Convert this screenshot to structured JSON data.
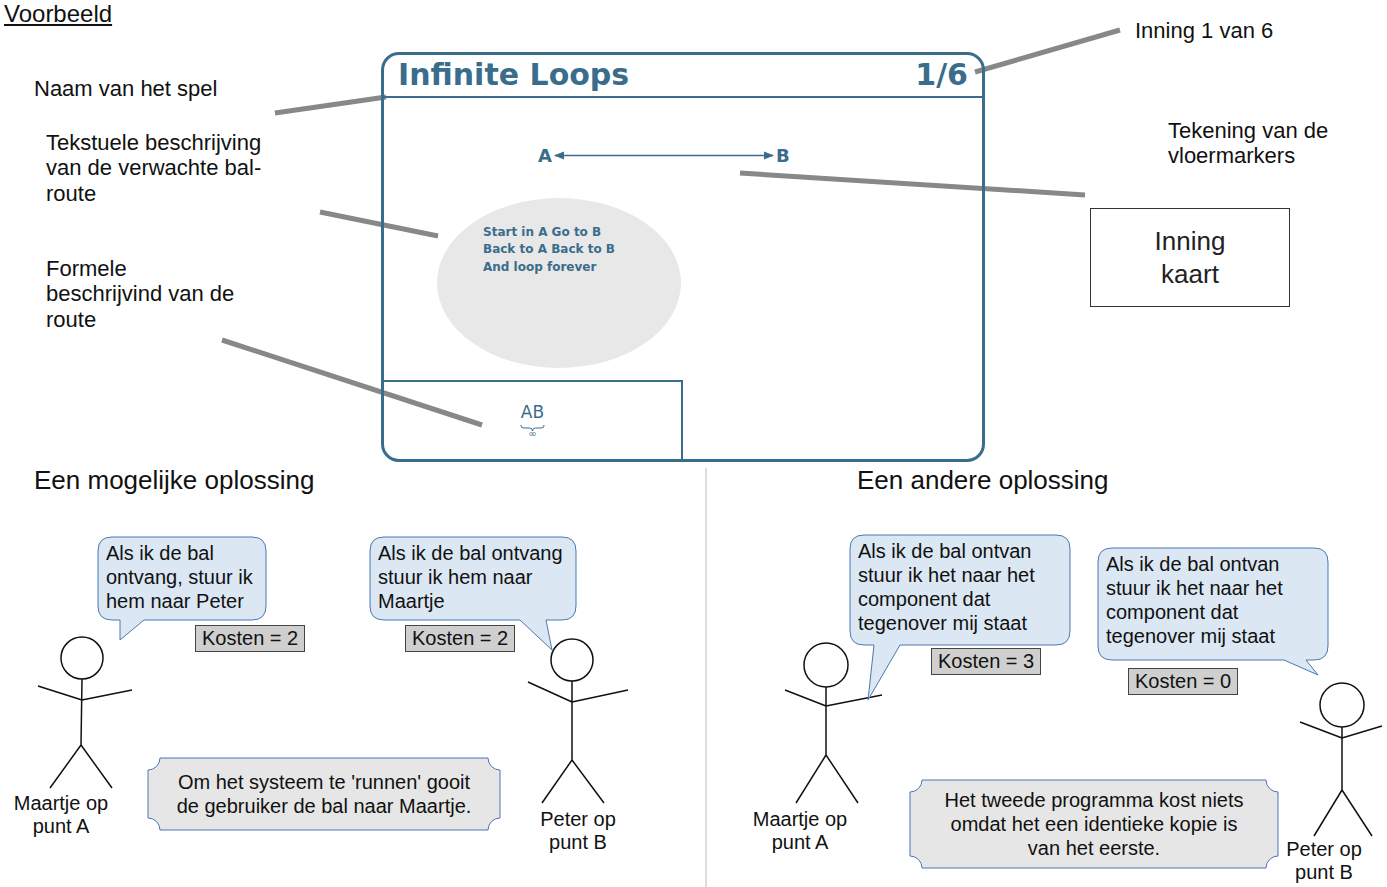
{
  "diagram": {
    "title": "Voorbeeld",
    "nodes": [
      {
        "text": [
          "Infinite Loops",
          "1/6"
        ]
      },
      {
        "text": [
          "A"
        ],
        "in": 0
      },
      {
        "text": [
          "B"
        ],
        "in": 0
      },
      {
        "text": [
          "Start in A Go to B Back to A Back to B And loop forever"
        ],
        "in": 0
      },
      {
        "text": [
          "AB",
          "∞"
        ],
        "in": 0
      },
      {
        "text": [
          "Inning kaart"
        ]
      },
      {
        "text": [
          "Als ik de bal ontvang, stuur ik hem naar Peter"
        ]
      },
      {
        "text": [
          "Kosten = 2"
        ]
      },
      {
        "text": [
          "Als ik de bal ontvang stuur ik hem naar Maartje"
        ]
      },
      {
        "text": [
          "Kosten = 2"
        ]
      },
      {
        "text": [
          "Als ik de bal ontvan stuur ik het naar het component dat tegenover mij staat"
        ]
      },
      {
        "text": [
          "Kosten = 3"
        ]
      },
      {
        "text": [
          "Als ik de bal ontvan stuur ik het naar het component dat tegenover mij staat"
        ]
      },
      {
        "text": [
          "Kosten = 0"
        ]
      },
      {
        "text": [
          "Om het systeem te 'runnen' gooit de gebruiker de bal naar Maartje."
        ]
      },
      {
        "text": [
          "Het tweede programma kost niets omdat het een identieke kopie is van het eerste."
        ]
      }
    ],
    "edges": [
      {
        "from": 1,
        "to": 2,
        "arrow": "both"
      }
    ],
    "labels": [
      "Inning 1 van 6",
      "Naam van het spel",
      "Tekstuele beschrijving van de verwachte bal-route",
      "Formele beschrijvind van de route",
      "Tekening van de vloermarkers",
      "Een mogelijke oplossing",
      "Een andere oplossing",
      "Maartje op punt A",
      "Peter op punt B",
      "Maartje op punt A",
      "Peter op punt B"
    ]
  }
}
